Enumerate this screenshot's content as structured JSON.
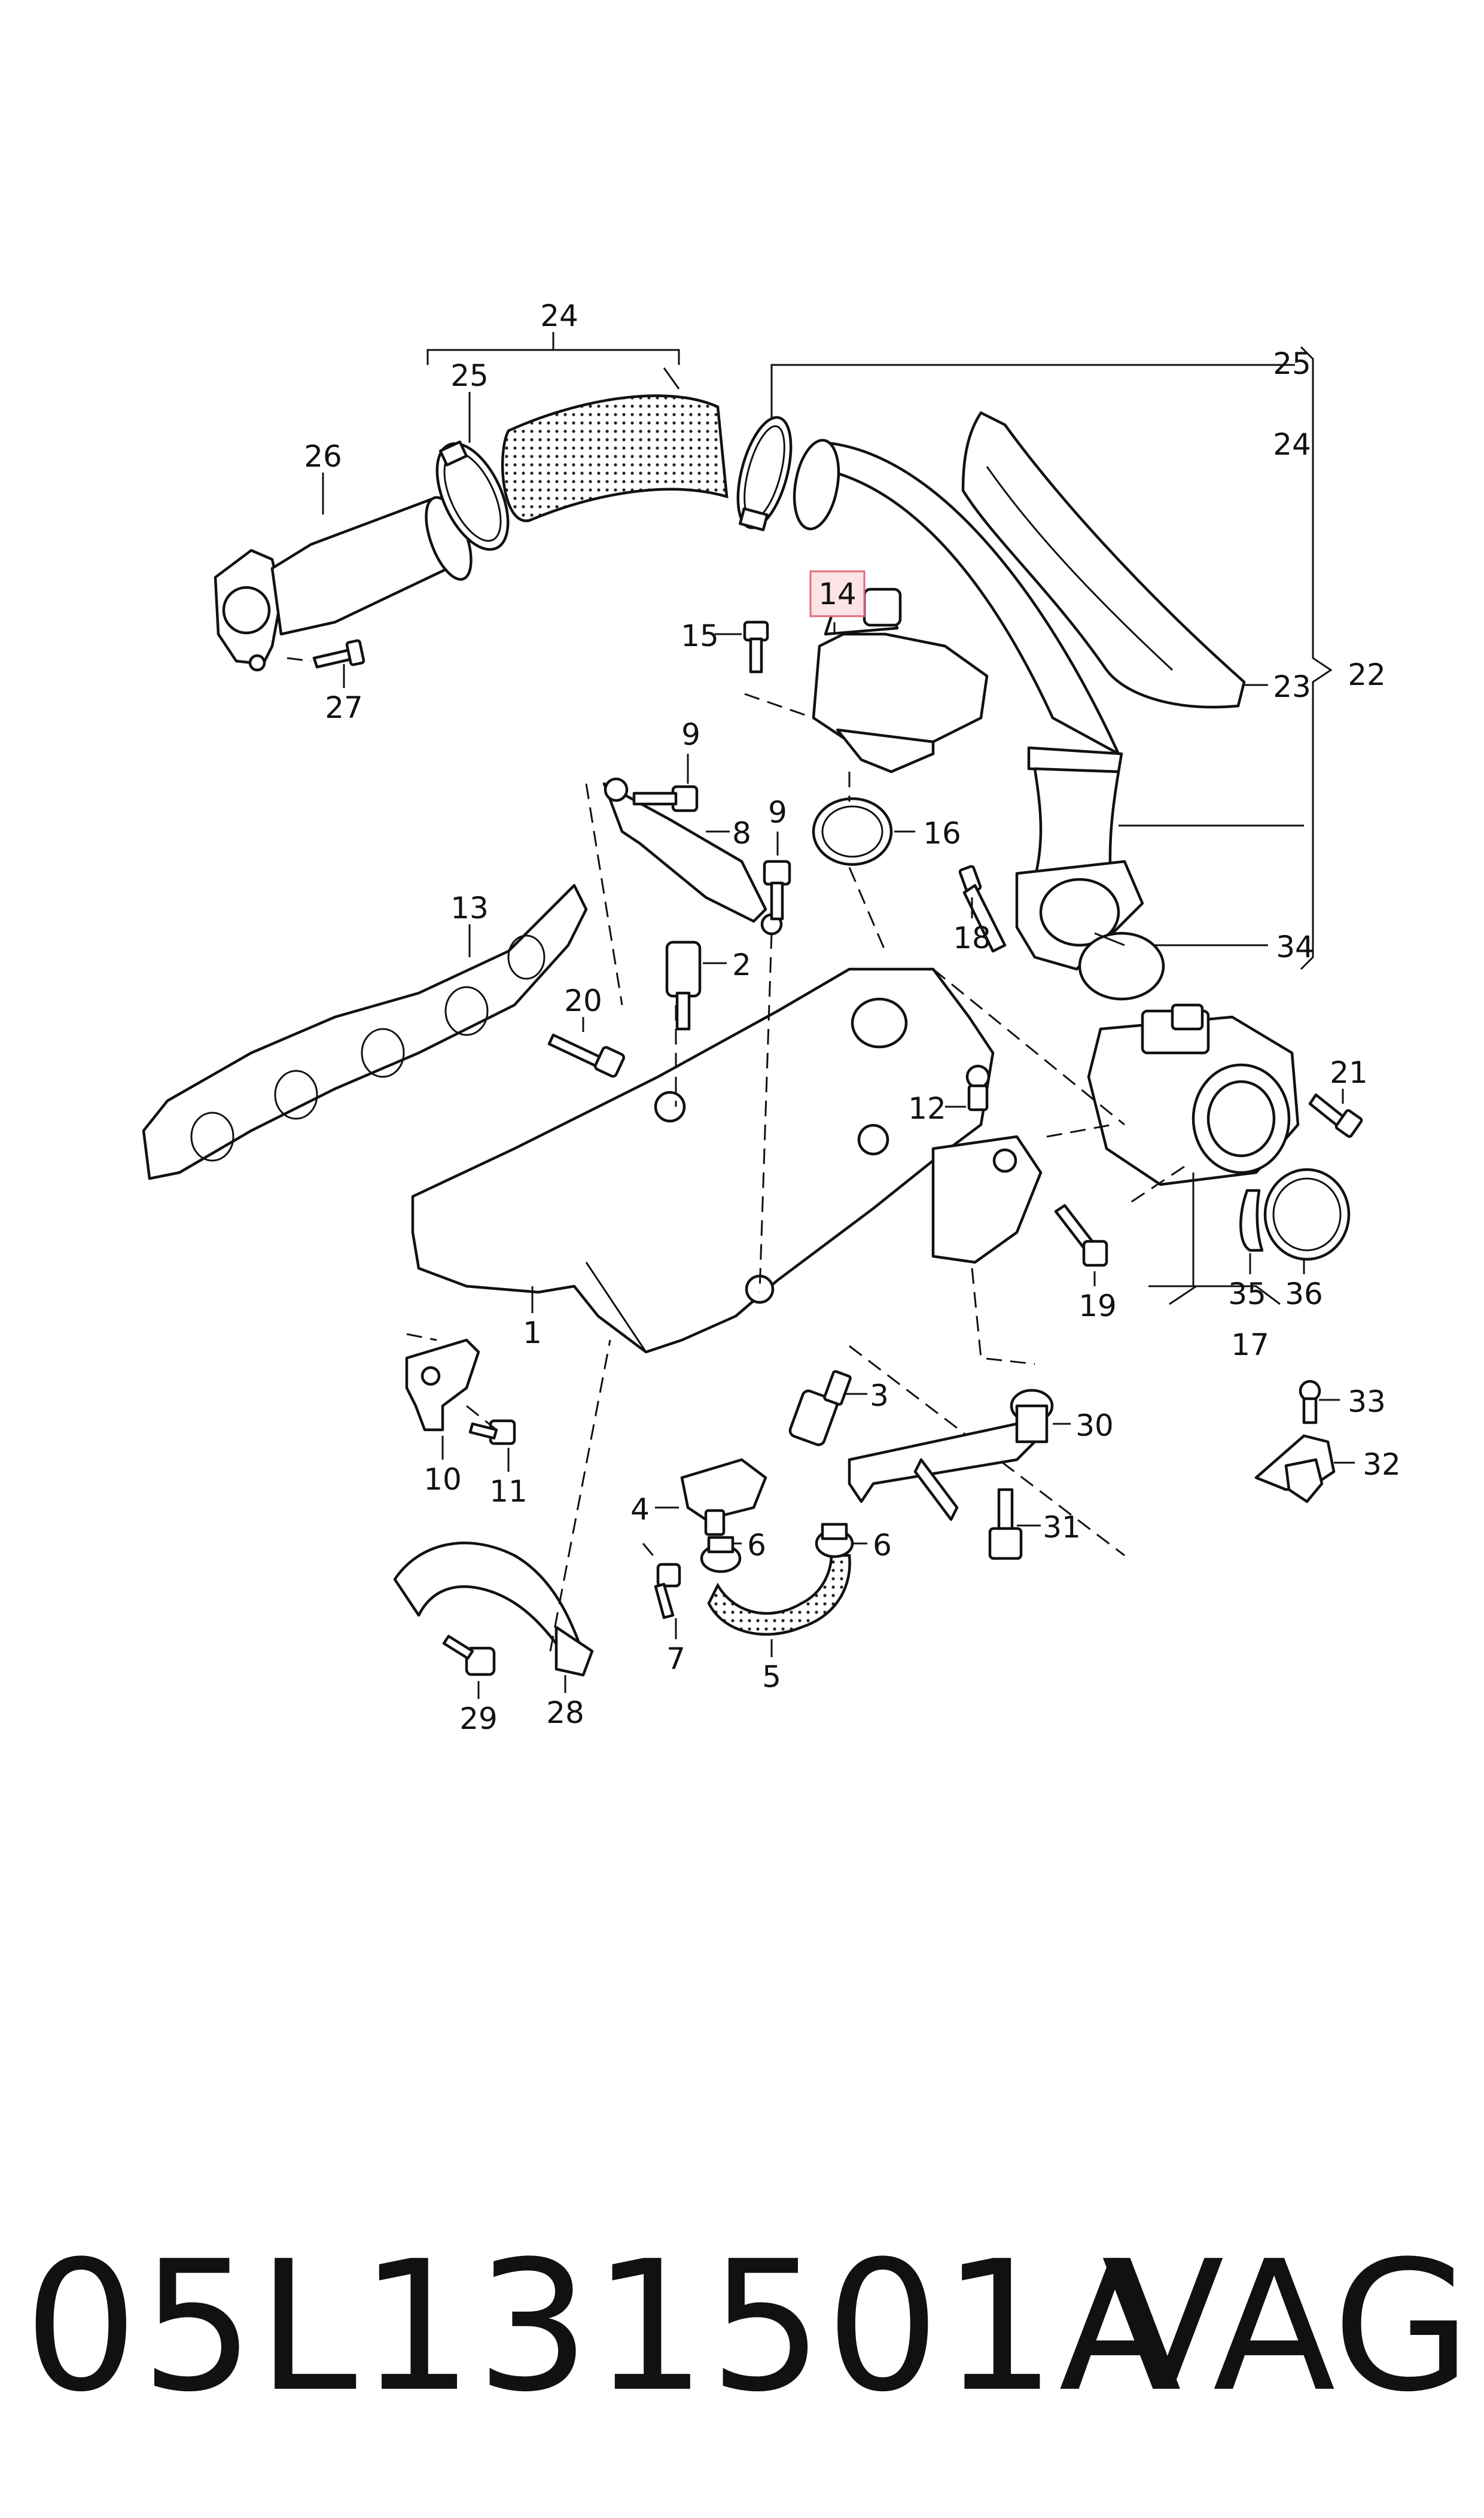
{
  "callouts": {
    "c1": "1",
    "c2": "2",
    "c3": "3",
    "c4": "4",
    "c5": "5",
    "c6a": "6",
    "c6b": "6",
    "c7": "7",
    "c8": "8",
    "c9a": "9",
    "c9b": "9",
    "c10": "10",
    "c11": "11",
    "c12": "12",
    "c13": "13",
    "c14": "14",
    "c15": "15",
    "c16": "16",
    "c17": "17",
    "c18": "18",
    "c19": "19",
    "c20": "20",
    "c21": "21",
    "c22": "22",
    "c23": "23",
    "c24a": "24",
    "c24b": "24",
    "c25a": "25",
    "c25b": "25",
    "c26": "26",
    "c27": "27",
    "c28": "28",
    "c29": "29",
    "c30": "30",
    "c31": "31",
    "c32": "32",
    "c33": "33",
    "c34": "34",
    "c35": "35",
    "c36": "36"
  },
  "highlighted_callout": "14",
  "highlight_color": "#fbe3e6",
  "footer": {
    "part_number": "05L131501A",
    "brand": "VAG"
  }
}
